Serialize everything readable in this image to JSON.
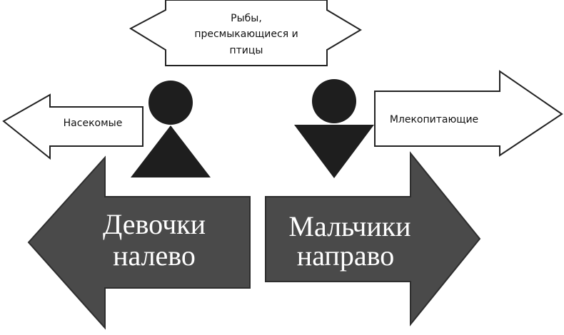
{
  "colors": {
    "background": "#ffffff",
    "arrow_fill": "#4a4a4a",
    "figure_fill": "#1e1e1e",
    "box_fill": "#ffffff",
    "box_stroke": "#222222",
    "big_text": "#ffffff"
  },
  "top_box": {
    "lines": [
      "Рыбы,",
      "пресмыкающиеся и",
      "птицы"
    ]
  },
  "left_box": {
    "label": "Насекомые"
  },
  "right_box": {
    "label": "Млекопитающие"
  },
  "left_arrow": {
    "lines": [
      "Девочки",
      "налево"
    ]
  },
  "right_arrow": {
    "lines": [
      "Мальчики",
      "направо"
    ]
  },
  "figures": {
    "girl": "girl-figure-icon",
    "boy": "boy-figure-icon"
  }
}
